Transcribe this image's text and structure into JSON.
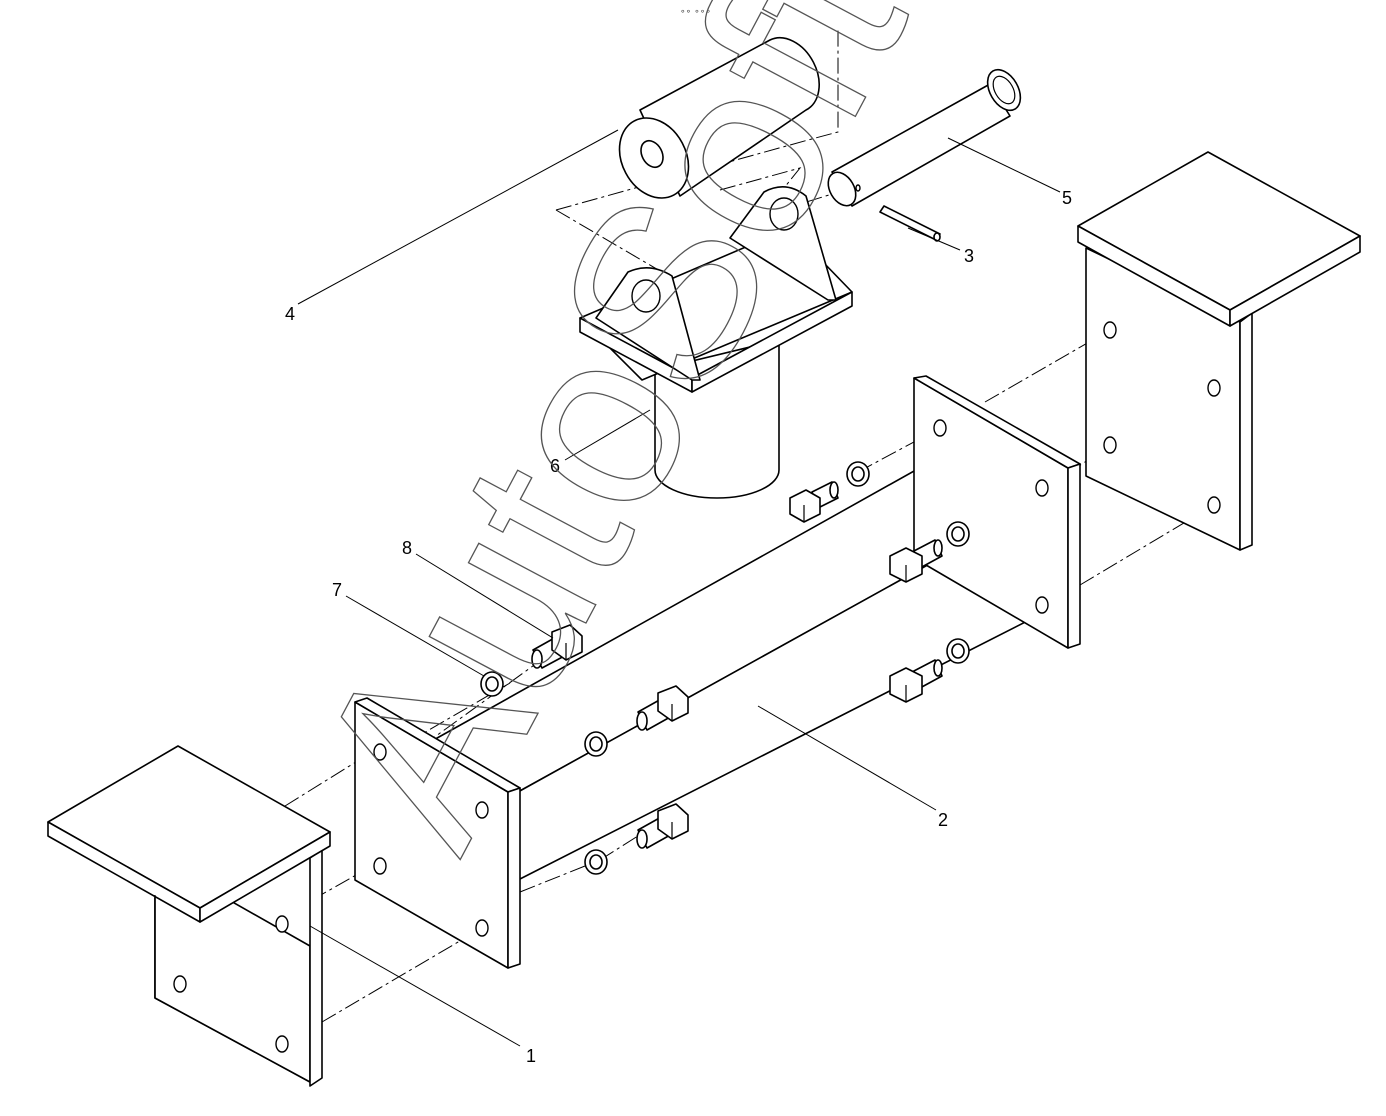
{
  "diagram": {
    "watermark": "AutoSoft",
    "top_mark": "∘∘ ∘∘∘",
    "callouts": [
      {
        "id": "1",
        "label": "1"
      },
      {
        "id": "2",
        "label": "2"
      },
      {
        "id": "3",
        "label": "3"
      },
      {
        "id": "4",
        "label": "4"
      },
      {
        "id": "5",
        "label": "5"
      },
      {
        "id": "6",
        "label": "6"
      },
      {
        "id": "7",
        "label": "7"
      },
      {
        "id": "8",
        "label": "8"
      }
    ]
  }
}
